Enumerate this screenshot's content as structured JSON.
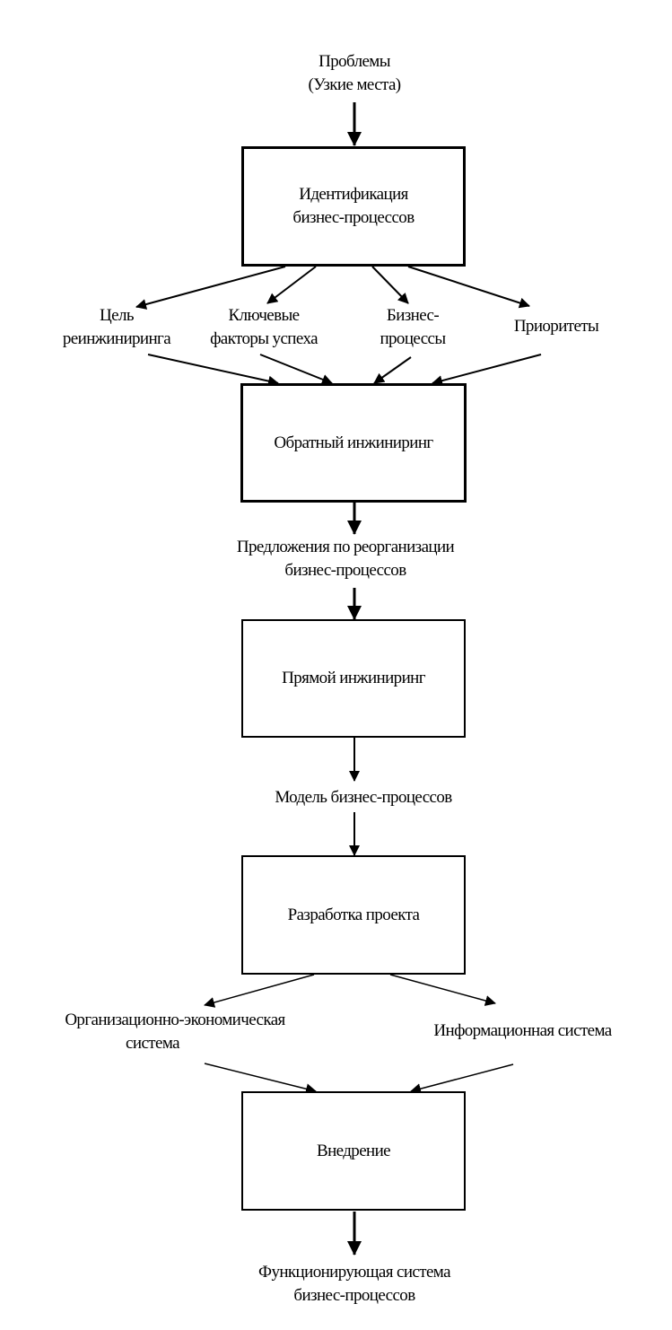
{
  "top_input": {
    "line1": "Проблемы",
    "line2": "(Узкие места)"
  },
  "box_identification": {
    "line1": "Идентификация",
    "line2": "бизнес-процессов"
  },
  "factors": {
    "goal": {
      "line1": "Цель",
      "line2": "реинжиниринга"
    },
    "key_factors": {
      "line1": "Ключевые",
      "line2": "факторы успеха"
    },
    "business_processes": {
      "line1": "Бизнес-",
      "line2": "процессы"
    },
    "priorities": {
      "line1": "Приоритеты"
    }
  },
  "box_reverse": {
    "label": "Обратный инжиниринг"
  },
  "proposals": {
    "line1": "Предложения по реорганизации",
    "line2": "бизнес-процессов"
  },
  "box_forward": {
    "label": "Прямой инжиниринг"
  },
  "model": {
    "label": "Модель бизнес-процессов"
  },
  "box_design": {
    "label": "Разработка  проекта"
  },
  "outputs": {
    "org_econ": {
      "line1": "Организационно-экономическая",
      "line2": "система"
    },
    "info_system": {
      "line1": "Информационная  система"
    }
  },
  "box_implementation": {
    "label": "Внедрение"
  },
  "result": {
    "line1": "Функционирующая  система",
    "line2": "бизнес-процессов"
  }
}
